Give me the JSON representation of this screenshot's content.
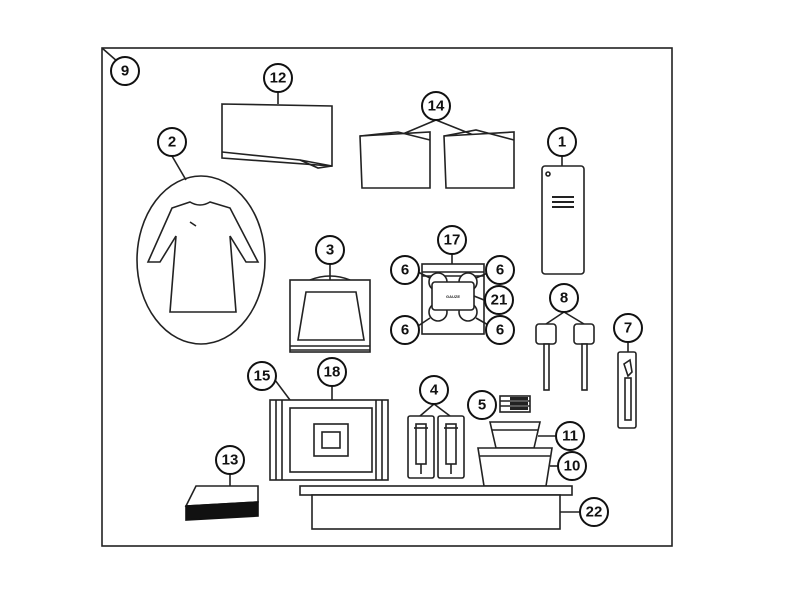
{
  "callouts": {
    "c1": "1",
    "c2": "2",
    "c3": "3",
    "c4": "4",
    "c5": "5",
    "c6a": "6",
    "c6b": "6",
    "c6c": "6",
    "c6d": "6",
    "c7": "7",
    "c8": "8",
    "c9": "9",
    "c10": "10",
    "c11": "11",
    "c12": "12",
    "c13": "13",
    "c14": "14",
    "c15": "15",
    "c17": "17",
    "c18": "18",
    "c21": "21",
    "c22": "22"
  },
  "labels": {
    "gauze_pack": "GAUZE"
  },
  "colors": {
    "ink": "#111111",
    "background": "#ffffff",
    "block": "#111111"
  }
}
